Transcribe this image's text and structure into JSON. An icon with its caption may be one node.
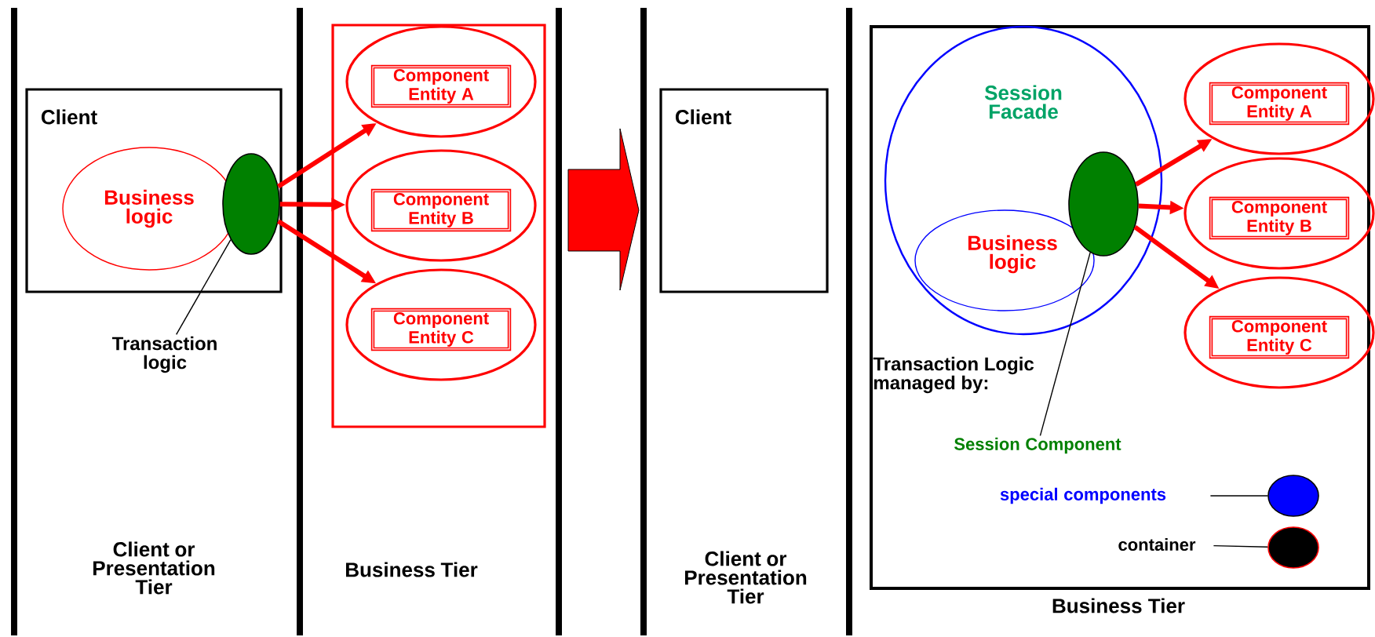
{
  "diagram": {
    "nodes": [
      {
        "text": [
          "Client"
        ]
      },
      {
        "text": [
          "Business logic"
        ],
        "in": 0
      },
      {
        "text": [],
        "shape": "circle",
        "in": 0
      },
      {
        "text": [
          "Transaction logic"
        ]
      },
      {
        "text": [],
        "shape": "box"
      },
      {
        "text": [],
        "shape": "circle",
        "in": 4
      },
      {
        "text": [
          "Component Entity A"
        ],
        "in": 5
      },
      {
        "text": [],
        "shape": "circle",
        "in": 4
      },
      {
        "text": [
          "Component Entity B"
        ],
        "in": 7
      },
      {
        "text": [],
        "shape": "circle",
        "in": 4
      },
      {
        "text": [
          "Component Entity C"
        ],
        "in": 9
      },
      {
        "text": [
          "Client"
        ]
      },
      {
        "text": [
          "Business Tier"
        ]
      },
      {
        "text": [
          "Session Facade"
        ],
        "in": 12
      },
      {
        "text": [
          "Business logic"
        ],
        "in": 13
      },
      {
        "text": [],
        "shape": "circle",
        "in": 13
      },
      {
        "text": [],
        "shape": "circle",
        "in": 12
      },
      {
        "text": [
          "Component Entity A"
        ],
        "in": 16
      },
      {
        "text": [],
        "shape": "circle",
        "in": 12
      },
      {
        "text": [
          "Component Entity B"
        ],
        "in": 18
      },
      {
        "text": [],
        "shape": "circle",
        "in": 12
      },
      {
        "text": [
          "Component Entity C"
        ],
        "in": 20
      },
      {
        "text": [
          "Session Component"
        ],
        "in": 12
      },
      {
        "text": [
          "special components"
        ],
        "in": 12
      },
      {
        "text": [],
        "shape": "circle",
        "in": 12
      },
      {
        "text": [
          "container"
        ],
        "in": 12
      },
      {
        "text": [],
        "shape": "circle",
        "in": 12
      }
    ],
    "edges": [
      {
        "from": 2,
        "to": 5,
        "arrow": "to"
      },
      {
        "from": 2,
        "to": 7,
        "arrow": "to"
      },
      {
        "from": 2,
        "to": 9,
        "arrow": "to"
      },
      {
        "from": 3,
        "to": 2,
        "arrow": "none",
        "color": "#000000"
      },
      {
        "from": 15,
        "to": 16,
        "arrow": "to"
      },
      {
        "from": 15,
        "to": 18,
        "arrow": "to"
      },
      {
        "from": 15,
        "to": 20,
        "arrow": "to"
      },
      {
        "from": 22,
        "to": 15,
        "arrow": "none",
        "color": "#000000"
      },
      {
        "from": 23,
        "to": 24,
        "arrow": "none",
        "color": "#000000"
      },
      {
        "from": 25,
        "to": 26,
        "arrow": "none",
        "color": "#000000"
      }
    ],
    "labels": [
      "Client or Presentation Tier",
      "Business Tier",
      "Client or Presentation Tier",
      "Transaction Logic managed by:"
    ]
  }
}
